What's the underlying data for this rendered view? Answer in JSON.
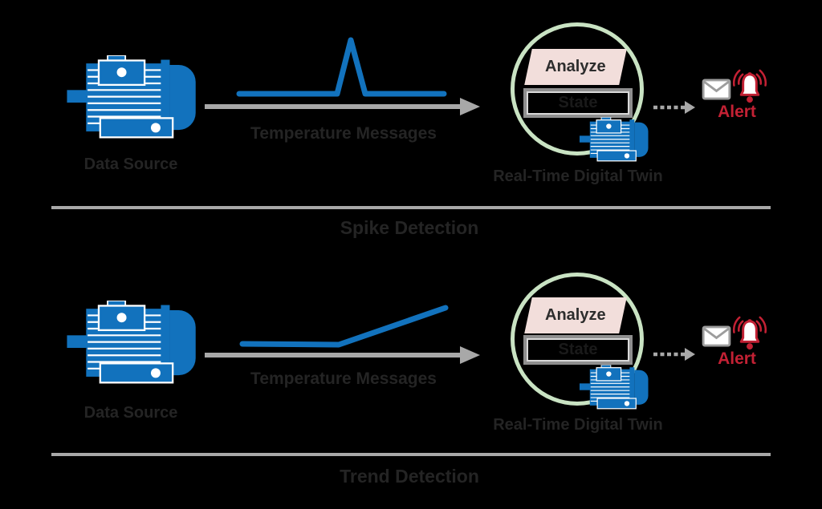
{
  "colors": {
    "bg": "#000000",
    "blue": "#1272bd",
    "arrow_gray": "#a8a8a8",
    "text_dark": "#242424",
    "circle_green": "#c9e3c3",
    "pink": "#f2dedb",
    "red": "#c32134",
    "box_gray": "#8f8f8f",
    "box_inner": "#d9d9d9",
    "envelope_gray": "#9d9d9d",
    "analyze_text": "#2d2d2d",
    "state_text": "#1a1a1a"
  },
  "icons": {
    "source": "electric-motor-icon",
    "twin": "electric-motor-icon",
    "alert_envelope": "envelope-icon",
    "alert_bell": "ringing-bell-icon"
  },
  "rows": [
    {
      "section_title": "Spike Detection",
      "source_label": "Data Source",
      "message_label": "Temperature Messages",
      "analyze_label": "Analyze",
      "state_label": "State",
      "twin_label": "Real-Time Digital Twin",
      "alert_label": "Alert",
      "signal_type": "spike",
      "signal_description": "flat line with a sudden sharp spike"
    },
    {
      "section_title": "Trend Detection",
      "source_label": "Data Source",
      "message_label": "Temperature Messages",
      "analyze_label": "Analyze",
      "state_label": "State",
      "twin_label": "Real-Time Digital Twin",
      "alert_label": "Alert",
      "signal_type": "trend",
      "signal_description": "flat line that rises steadily upward"
    }
  ]
}
